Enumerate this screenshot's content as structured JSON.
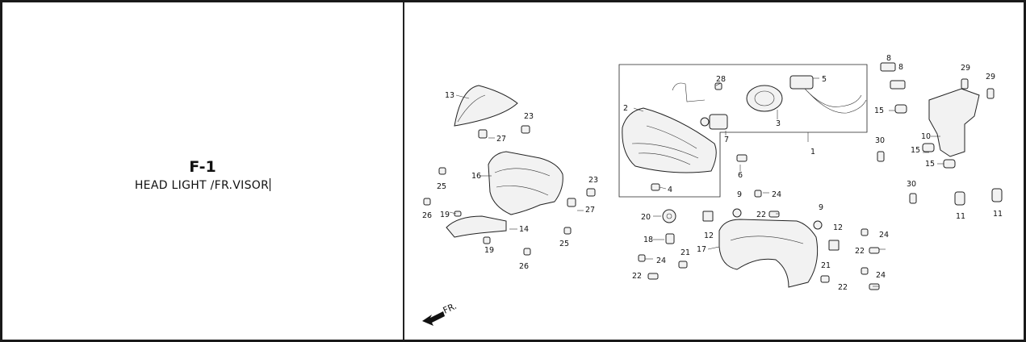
{
  "section": {
    "code": "F-1",
    "title": "HEAD LIGHT /FR.VISOR"
  },
  "diagram": {
    "direction_label": "FR.",
    "callouts": {
      "c1": "1",
      "c2": "2",
      "c3": "3",
      "c4": "4",
      "c5": "5",
      "c6": "6",
      "c7": "7",
      "c8a": "8",
      "c8b": "8",
      "c9a": "9",
      "c9b": "9",
      "c10": "10",
      "c11a": "11",
      "c11b": "11",
      "c12a": "12",
      "c12b": "12",
      "c13": "13",
      "c14": "14",
      "c15a": "15",
      "c15b": "15",
      "c15c": "15",
      "c16": "16",
      "c17": "17",
      "c18": "18",
      "c19a": "19",
      "c19b": "19",
      "c20": "20",
      "c21a": "21",
      "c21b": "21",
      "c22a": "22",
      "c22b": "22",
      "c22c": "22",
      "c22d": "22",
      "c23a": "23",
      "c23b": "23",
      "c24a": "24",
      "c24b": "24",
      "c24c": "24",
      "c24d": "24",
      "c25a": "25",
      "c25b": "25",
      "c26a": "26",
      "c26b": "26",
      "c27a": "27",
      "c27b": "27",
      "c28": "28",
      "c29a": "29",
      "c29b": "29",
      "c30a": "30",
      "c30b": "30"
    }
  }
}
